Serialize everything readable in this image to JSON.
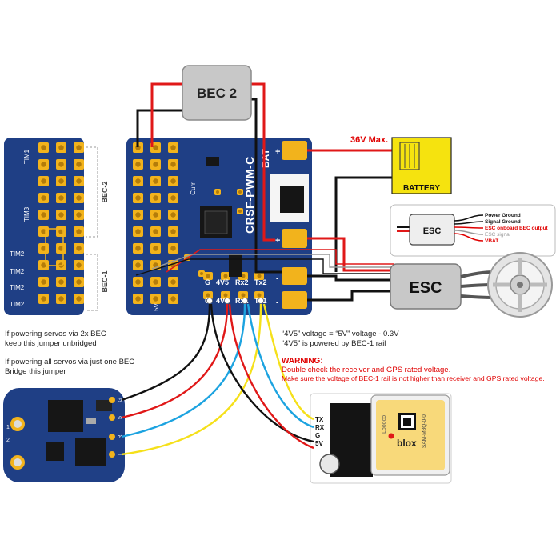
{
  "board": {
    "name": "CRSF-PWM-C",
    "pad_bat": "BAT",
    "pad_curr": "Curr",
    "bottom_pins": [
      "G",
      "4V5",
      "Rx2",
      "Tx2"
    ],
    "bottom_pins2": [
      "G",
      "4V5",
      "Rx1",
      "Tx1"
    ],
    "side_mark": "5V"
  },
  "side_board": {
    "tim_labels": [
      "TIM1",
      "TIM3",
      "TIM2",
      "TIM2",
      "TIM2",
      "TIM2"
    ],
    "bracket_labels": [
      "BEC-2",
      "BEC-1"
    ]
  },
  "bec2": {
    "label": "BEC 2"
  },
  "battery": {
    "label": "BATTERY",
    "voltage": "36V Max."
  },
  "esc_main": {
    "label": "ESC"
  },
  "esc_legend": {
    "label": "ESC",
    "lines": [
      "Power Ground",
      "Signal Ground",
      "ESC onboard BEC output",
      "ESC signal",
      "VBAT"
    ],
    "colors": [
      "#111111",
      "#111111",
      "#e00000",
      "#999999",
      "#e00000"
    ]
  },
  "notes": {
    "servo_2bec_1": "If powering servos via 2x BEC",
    "servo_2bec_2": "keep this jumper unbridged",
    "servo_1bec_1": "If powering all servos via just one BEC",
    "servo_1bec_2": "Bridge this jumper",
    "v45_1": "“4V5” voltage = “5V” voltage - 0.3V",
    "v45_2": "“4V5” is powered by BEC-1 rail"
  },
  "warning": {
    "title": "WARNING:",
    "line1": "Double check the receiver and GPS rated voltage.",
    "line2": "Make sure the voltage of BEC-1 rail is not higher than receiver and GPS rated voltage."
  },
  "gps": {
    "pins": [
      "TX",
      "RX",
      "G",
      "5V"
    ],
    "brand": "blox",
    "chip": "SAM-M8Q-0-0",
    "module_mark": "Loooco"
  },
  "receiver": {
    "pins": [
      "G",
      "5",
      "R",
      "T"
    ],
    "antenna_marks": [
      "1",
      "2"
    ]
  },
  "colors": {
    "board_blue": "#1f3f85",
    "pad_gold": "#f2b31c",
    "wire_red": "#e01818",
    "wire_black": "#111111",
    "wire_blue": "#1ca3e0",
    "wire_yellow": "#f5e01a",
    "battery_yellow": "#f5e30f",
    "warning_red": "#e00000"
  }
}
